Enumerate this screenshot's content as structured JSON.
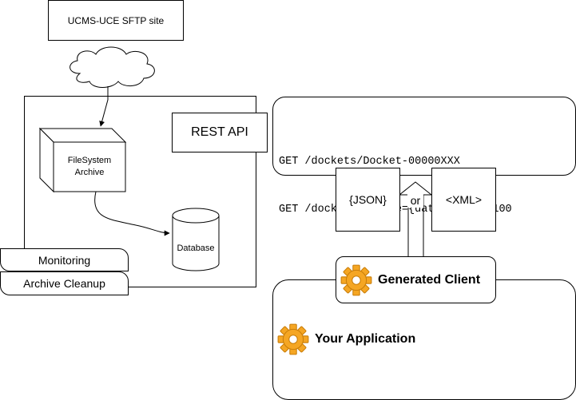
{
  "sftp_site": {
    "label": "UCMS-UCE SFTP site"
  },
  "filesystem_archive": {
    "label_line1": "FileSystem",
    "label_line2": "Archive"
  },
  "database": {
    "label": "Database"
  },
  "monitoring": {
    "label": "Monitoring"
  },
  "archive_cleanup": {
    "label": "Archive Cleanup"
  },
  "rest_api": {
    "label": "REST API"
  },
  "endpoints": {
    "line1": "GET /dockets/Docket-00000XXX",
    "line2": "GET /dockets/?since={date}&limit=100"
  },
  "formats": {
    "json": "{JSON}",
    "or": "or",
    "xml": "<XML>"
  },
  "generated_client": {
    "label": "Generated Client",
    "icon": "gear-icon"
  },
  "your_application": {
    "label": "Your Application",
    "icon": "gear-icon"
  },
  "colors": {
    "gear_fill": "#f5a623",
    "gear_dark": "#c97e0a",
    "stroke": "#000000"
  }
}
